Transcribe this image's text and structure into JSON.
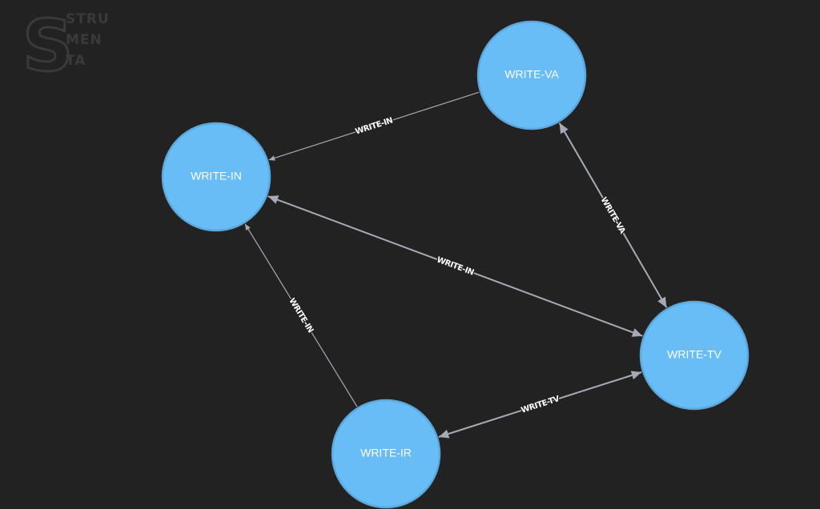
{
  "logo": {
    "mark": "S",
    "lines": [
      "STRU",
      "MEN",
      "TA"
    ]
  },
  "graph": {
    "nodes": [
      {
        "id": "va",
        "label": "WRITE-VA"
      },
      {
        "id": "in",
        "label": "WRITE-IN"
      },
      {
        "id": "tv",
        "label": "WRITE-TV"
      },
      {
        "id": "ir",
        "label": "WRITE-IR"
      }
    ],
    "edges": [
      {
        "id": "va-in",
        "label": "WRITE-IN"
      },
      {
        "id": "tv-in",
        "label": "WRITE-IN"
      },
      {
        "id": "ir-in",
        "label": "WRITE-IN"
      },
      {
        "id": "va-tv",
        "label": "WRITE-VA"
      },
      {
        "id": "ir-tv",
        "label": "WRITE-TV"
      }
    ],
    "colors": {
      "background": "#222222",
      "node_fill": "#68bdf6",
      "node_stroke": "#5ca8db",
      "edge": "#a5abb6",
      "label": "#ffffff"
    }
  }
}
